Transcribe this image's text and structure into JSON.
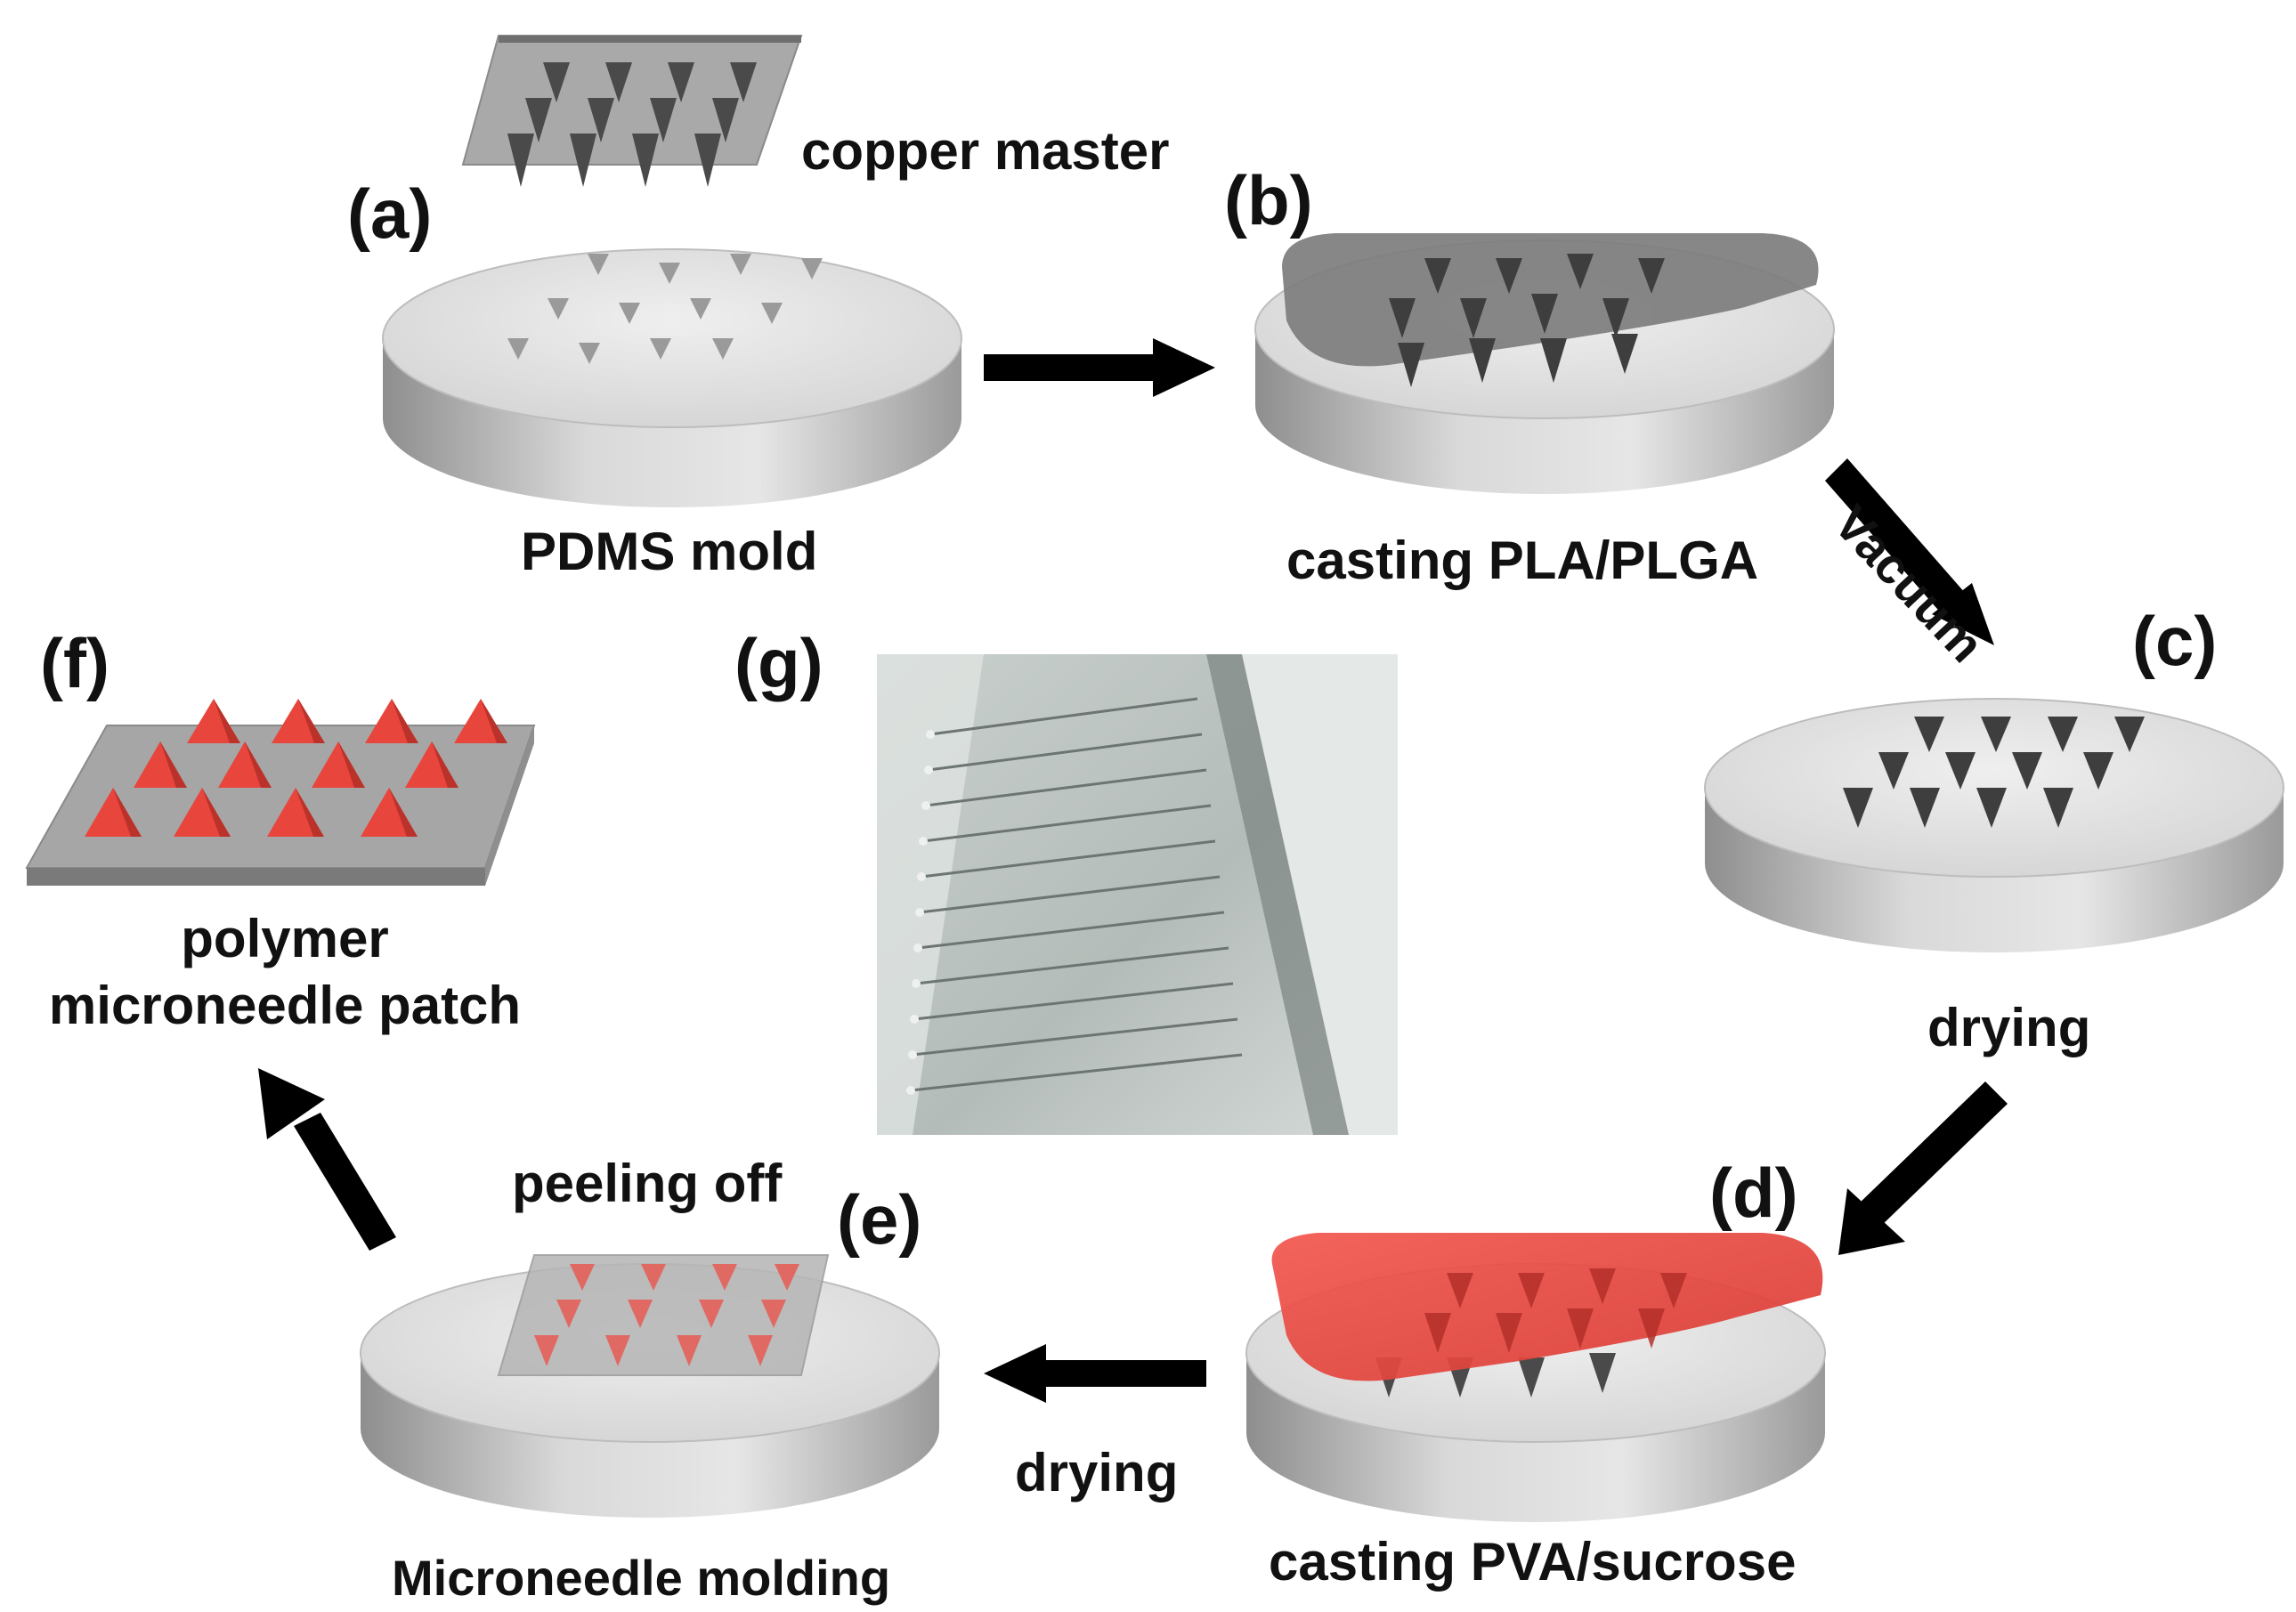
{
  "panels": {
    "a": "(a)",
    "b": "(b)",
    "c": "(c)",
    "d": "(d)",
    "e": "(e)",
    "f": "(f)",
    "g": "(g)"
  },
  "captions": {
    "copper_master": "copper master",
    "pdms_mold": "PDMS mold",
    "casting_pla": "casting PLA/PLGA",
    "vacuum": "Vacuum",
    "drying_c": "drying",
    "casting_pva": "casting PVA/sucrose",
    "drying_e": "drying",
    "microneedle_molding": "Microneedle molding",
    "peeling_off": "peeling off",
    "patch_line1": "polymer",
    "patch_line2": "microneedle patch"
  },
  "colors": {
    "mold": "#cfcfcf",
    "needle_dark": "#555555",
    "polymer_red": "#e8453c",
    "arrow": "#000000"
  }
}
